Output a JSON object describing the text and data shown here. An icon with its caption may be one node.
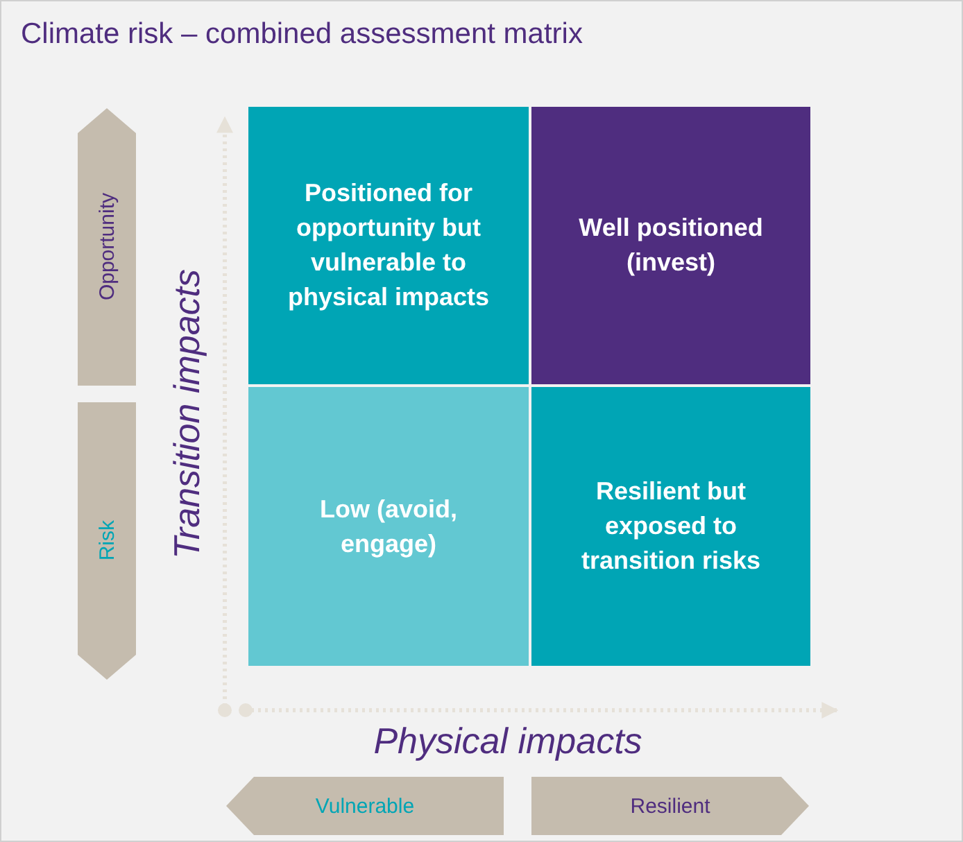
{
  "diagram": {
    "title": "Climate risk – combined assessment matrix",
    "nodes": [
      {
        "text": [
          "Opportunity"
        ]
      },
      {
        "text": [
          "Positioned for opportunity but vulnerable to physical impacts"
        ]
      },
      {
        "text": [
          "Well positioned (invest)"
        ]
      },
      {
        "text": [
          "Risk"
        ]
      },
      {
        "text": [
          "Low (avoid, engage)"
        ]
      },
      {
        "text": [
          "Resilient but exposed to transition risks"
        ]
      },
      {
        "text": [
          "Vulnerable"
        ]
      },
      {
        "text": [
          "Resilient"
        ]
      }
    ],
    "labels": [
      "Transition impacts",
      "Physical impacts"
    ]
  }
}
